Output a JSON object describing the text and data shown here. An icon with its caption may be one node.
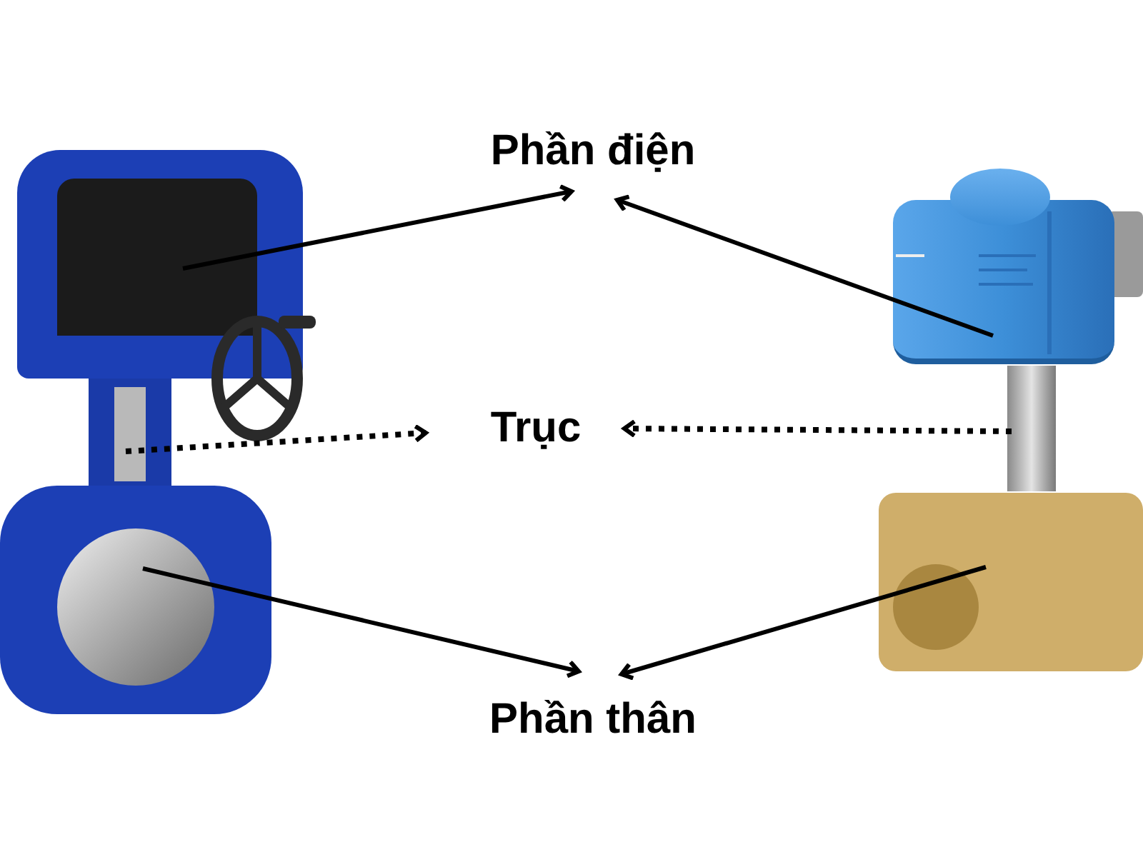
{
  "diagram": {
    "nodes": [
      {
        "text": [
          "Phần điện"
        ]
      },
      {
        "text": [
          "Trục"
        ]
      },
      {
        "text": [
          "Phần thân"
        ]
      },
      {
        "text": [],
        "shape": "picture"
      },
      {
        "text": [],
        "shape": "picture"
      },
      {
        "text": [],
        "shape": "picture"
      },
      {
        "text": [],
        "shape": "picture"
      },
      {
        "text": [],
        "shape": "picture"
      },
      {
        "text": [],
        "shape": "picture"
      }
    ],
    "edges": [
      {
        "from": 3,
        "to": 0,
        "arrow": "to"
      },
      {
        "from": 6,
        "to": 0,
        "arrow": "to"
      },
      {
        "from": 4,
        "to": 1,
        "arrow": "to",
        "style": "dashed"
      },
      {
        "from": 7,
        "to": 1,
        "arrow": "to",
        "style": "dashed"
      },
      {
        "from": 5,
        "to": 2,
        "arrow": "to"
      },
      {
        "from": 8,
        "to": 2,
        "arrow": "to"
      }
    ]
  }
}
